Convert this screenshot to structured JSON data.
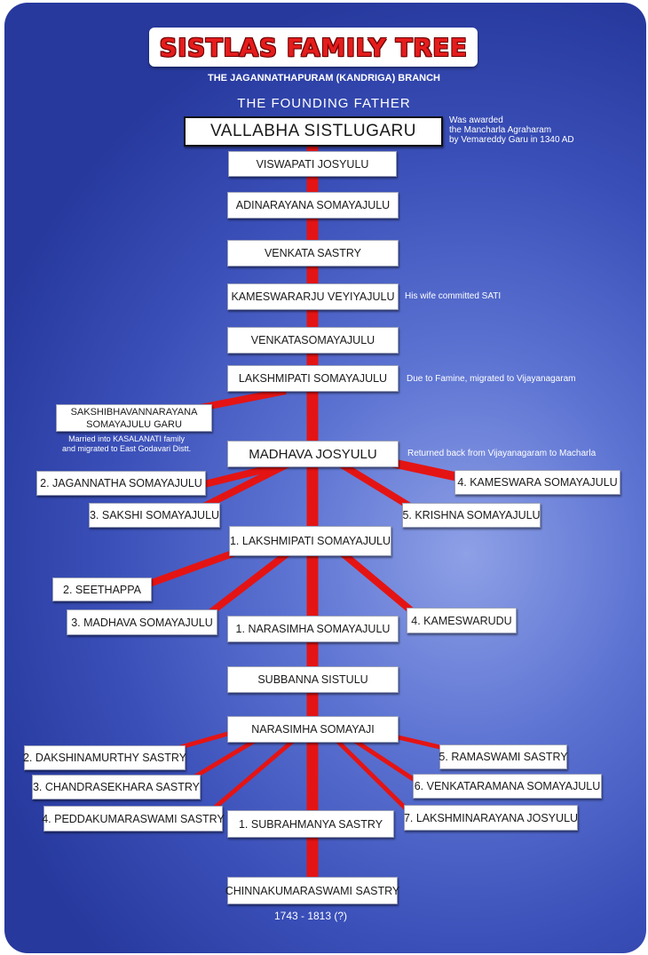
{
  "title": "SISTLAS FAMILY TREE",
  "subtitle": "THE JAGANNATHAPURAM (KANDRIGA) BRANCH",
  "founding_label": "THE FOUNDING FATHER",
  "years": "1743 - 1813 (?)",
  "colors": {
    "line": "#e41414",
    "background": "#3a4fb8",
    "title": "#e51c1c"
  },
  "founder": {
    "name": "VALLABHA SISTLUGARU"
  },
  "founder_note": [
    "Was awarded",
    "the Mancharla Agraharam",
    "by Vemareddy Garu in 1340 AD"
  ],
  "main_line": [
    "VISWAPATI JOSYULU",
    "ADINARAYANA SOMAYAJULU",
    "VENKATA SASTRY",
    "KAMESWARARJU VEYIYAJULU",
    "VENKATASOMAYAJULU",
    "LAKSHMIPATI SOMAYAJULU"
  ],
  "notes": {
    "kameswararju": "His wife committed SATI",
    "lakshmipati": "Due to Famine, migrated to Vijayanagaram",
    "madhava": "Returned back from Vijayanagaram to Macharla"
  },
  "sakshi_branch": {
    "line1": "SAKSHIBHAVANNARAYANA",
    "line2": "SOMAYAJULU GARU"
  },
  "sakshi_note": [
    "Married into KASALANATI family",
    "and migrated to East Godavari Distt."
  ],
  "madhava": "MADHAVA JOSYULU",
  "madhava_children": [
    "2. JAGANNATHA SOMAYAJULU",
    "3. SAKSHI SOMAYAJULU",
    "1. LAKSHMIPATI SOMAYAJULU",
    "5. KRISHNA SOMAYAJULU",
    "4. KAMESWARA SOMAYAJULU"
  ],
  "lakshmipati2_children": [
    "2. SEETHAPPA",
    "3. MADHAVA SOMAYAJULU",
    "1. NARASIMHA SOMAYAJULU",
    "4. KAMESWARUDU"
  ],
  "subbanna": "SUBBANNA SISTULU",
  "narasimha": "NARASIMHA SOMAYAJI",
  "narasimha_children": [
    "2. DAKSHINAMURTHY SASTRY",
    "3. CHANDRASEKHARA SASTRY",
    "4. PEDDAKUMARASWAMI SASTRY",
    "1. SUBRAHMANYA SASTRY",
    "7. LAKSHMINARAYANA JOSYULU",
    "6. VENKATARAMANA SOMAYAJULU",
    "5. RAMASWAMI SASTRY"
  ],
  "last": "CHINNAKUMARASWAMI SASTRY"
}
